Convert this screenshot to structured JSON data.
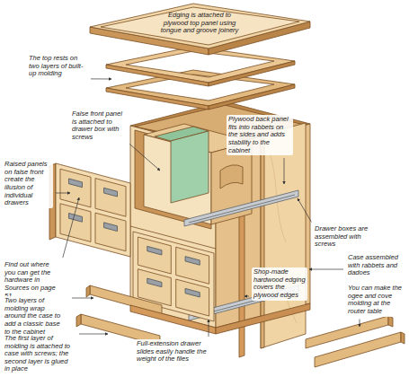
{
  "diagram": {
    "labels": [
      "Edging is attached to plywood top panel using tongue and groove joinery",
      "The top rests on two layers of built-up molding",
      "False front panel is attached to drawer box with screws",
      "Plywood back panel fits into rabbets on the sides and adds stability to the cabinet",
      "Raised panels on false front create the illusion of individual drawers",
      "Find out where you can get the hardware in Sources on page 51",
      "Two layers of molding wrap around the case to add a classic base to the cabinet",
      "The first layer of molding is attached to case with screws; the second layer is glued in place",
      "Drawer boxes are assembled with screws",
      "Case assembled with rabbets and dadoes",
      "Shop-made hardwood edging covers the plywood edges",
      "You can make the ogee and cove molding at the router table",
      "Full-extension drawer slides easily handle the weight of the files"
    ]
  }
}
